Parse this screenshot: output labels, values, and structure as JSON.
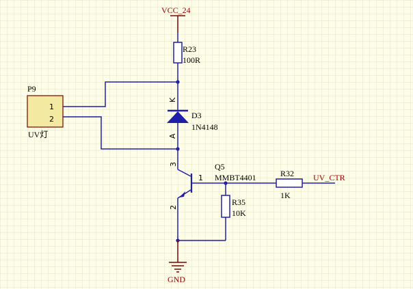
{
  "colors": {
    "background": "#fdfde8",
    "grid": "#e2e2c8",
    "wire": "#1f1fa8",
    "power_label": "#a00000",
    "connector_fill": "#f3e9a0"
  },
  "nets": {
    "vcc": "VCC_24",
    "gnd": "GND",
    "uv_ctr": "UV_CTR"
  },
  "connector": {
    "designator": "P9",
    "value": "UV灯",
    "pin1": "1",
    "pin2": "2"
  },
  "r23": {
    "designator": "R23",
    "value": "100R"
  },
  "d3": {
    "designator": "D3",
    "value": "1N4148",
    "pin_k": "K",
    "pin_a": "A"
  },
  "q5": {
    "designator": "Q5",
    "value": "MMBT4401",
    "pin1": "1",
    "pin2": "2",
    "pin3": "3"
  },
  "r32": {
    "designator": "R32",
    "value": "1K"
  },
  "r35": {
    "designator": "R35",
    "value": "10K"
  }
}
